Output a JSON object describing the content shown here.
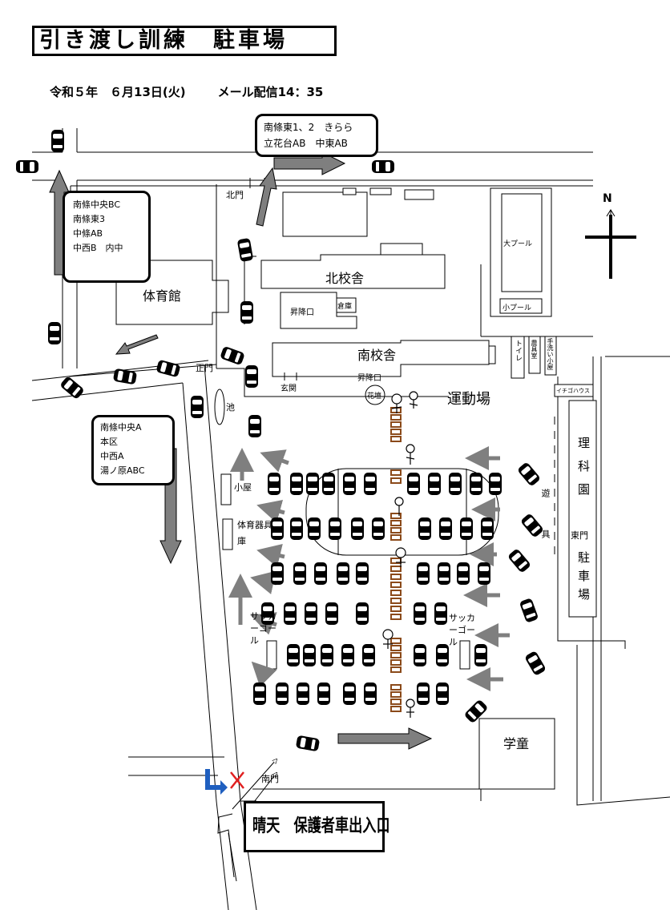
{
  "header": {
    "title": "引き渡し訓練　駐車場",
    "date": "令和５年　６月13日(火)",
    "mail": "メール配信14：35"
  },
  "groups": {
    "north_east": [
      "南條東1、2　きらら",
      "立花台AB　中東AB"
    ],
    "north_west": [
      "南條中央BC",
      "南條東3",
      "中條AB",
      "中西B　内中"
    ],
    "south_west": [
      "南條中央A",
      "本区",
      "中西A",
      "湯ノ原ABC"
    ]
  },
  "places": {
    "north_gate": "北門",
    "gym": "体育館",
    "north_building": "北校舎",
    "elevator_1": "昇降口",
    "storage": "倉庫",
    "south_building": "南校舎",
    "main_gate": "正門",
    "entrance": "玄関",
    "elevator_2": "昇降口",
    "pond": "池",
    "flowerbed": "花壇",
    "schoolyard": "運動場",
    "big_pool": "大プール",
    "small_pool": "小プール",
    "toilet": "トイレ",
    "tool_room": "農具室",
    "lavatory": "手洗い小屋",
    "ichigo_house": "イチゴハウス",
    "science_garden": "理科園",
    "east_gate": "東門",
    "parking": "駐車場",
    "shed": "小屋",
    "gym_storage": "体育器具庫",
    "soccer_goal_left": "サッカーゴール",
    "soccer_goal_right": "サッカーゴール",
    "playground_equipment": "遊具",
    "afterschool": "学童",
    "south_gate": "南門"
  },
  "compass": "N",
  "entrance_notice": "晴天　保護者車出入口",
  "colors": {
    "arrow": "#7f7f7f",
    "cone": "#8b4a1a",
    "blue_turn": "#1f5fbf",
    "red_x": "#e02020"
  }
}
